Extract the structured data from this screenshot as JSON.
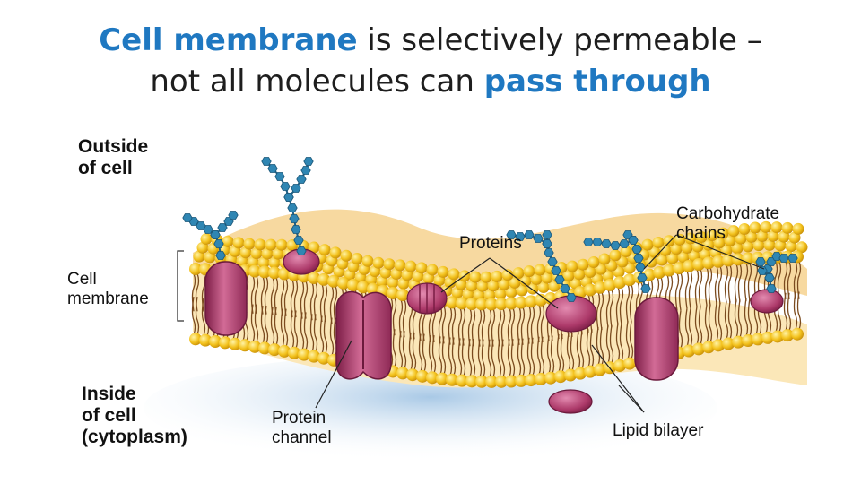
{
  "title": {
    "part1": "Cell membrane",
    "part2": " is selectively permeable –",
    "part3": "not all molecules can ",
    "part4": "pass through"
  },
  "labels": {
    "outside_line1": "Outside",
    "outside_line2": "of cell",
    "membrane_line1": "Cell",
    "membrane_line2": "membrane",
    "inside_line1": "Inside",
    "inside_line2": "of cell",
    "inside_line3": "(cytoplasm)",
    "proteins": "Proteins",
    "carbo_line1": "Carbohydrate",
    "carbo_line2": "chains",
    "channel_line1": "Protein",
    "channel_line2": "channel",
    "lipid": "Lipid bilayer"
  },
  "colors": {
    "highlight": "#1f78c1",
    "head": "#f2c21f",
    "tail": "#7a4a1e",
    "protein": "#b33a6e",
    "carbohydrate": "#2f86b3"
  }
}
